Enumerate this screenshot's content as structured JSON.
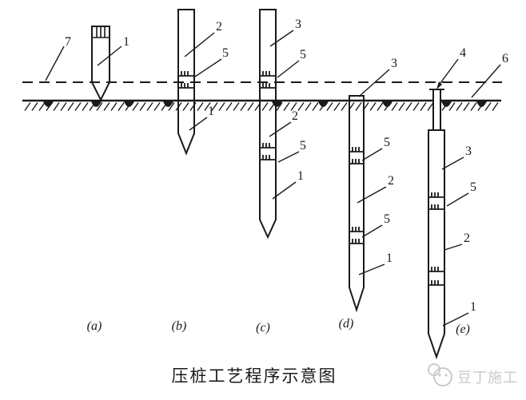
{
  "figure": {
    "caption": "压桩工艺程序示意图"
  },
  "stage_labels": [
    "(a)",
    "(b)",
    "(c)",
    "(d)",
    "(e)"
  ],
  "annotations": [
    {
      "part": "press-reference-dashed-line",
      "text": "7"
    },
    {
      "part": "pile-a-segment",
      "text": "1"
    },
    {
      "part": "pile-b-segment-2",
      "text": "2"
    },
    {
      "part": "pile-b-joint",
      "text": "5"
    },
    {
      "part": "pile-b-segment-1",
      "text": "1"
    },
    {
      "part": "pile-c-segment-3",
      "text": "3"
    },
    {
      "part": "pile-c-upper-joint",
      "text": "5"
    },
    {
      "part": "pile-c-segment-2",
      "text": "2"
    },
    {
      "part": "pile-c-lower-joint",
      "text": "5"
    },
    {
      "part": "pile-c-segment-1",
      "text": "1"
    },
    {
      "part": "pile-d-segment-3",
      "text": "3"
    },
    {
      "part": "pile-d-upper-joint",
      "text": "5"
    },
    {
      "part": "pile-d-segment-2",
      "text": "2"
    },
    {
      "part": "pile-d-lower-joint",
      "text": "5"
    },
    {
      "part": "pile-d-segment-1",
      "text": "1"
    },
    {
      "part": "pile-e-follower",
      "text": "4"
    },
    {
      "part": "ground-surface-line",
      "text": "6"
    },
    {
      "part": "pile-e-segment-3",
      "text": "3"
    },
    {
      "part": "pile-e-upper-joint",
      "text": "5"
    },
    {
      "part": "pile-e-segment-2",
      "text": "2"
    },
    {
      "part": "pile-e-segment-1",
      "text": "1"
    }
  ],
  "watermark": {
    "icon": "docin-logo-icon",
    "text": "豆丁施工"
  },
  "colors": {
    "ink": "#1a1a1a",
    "watermark": "#c9c9c9"
  }
}
